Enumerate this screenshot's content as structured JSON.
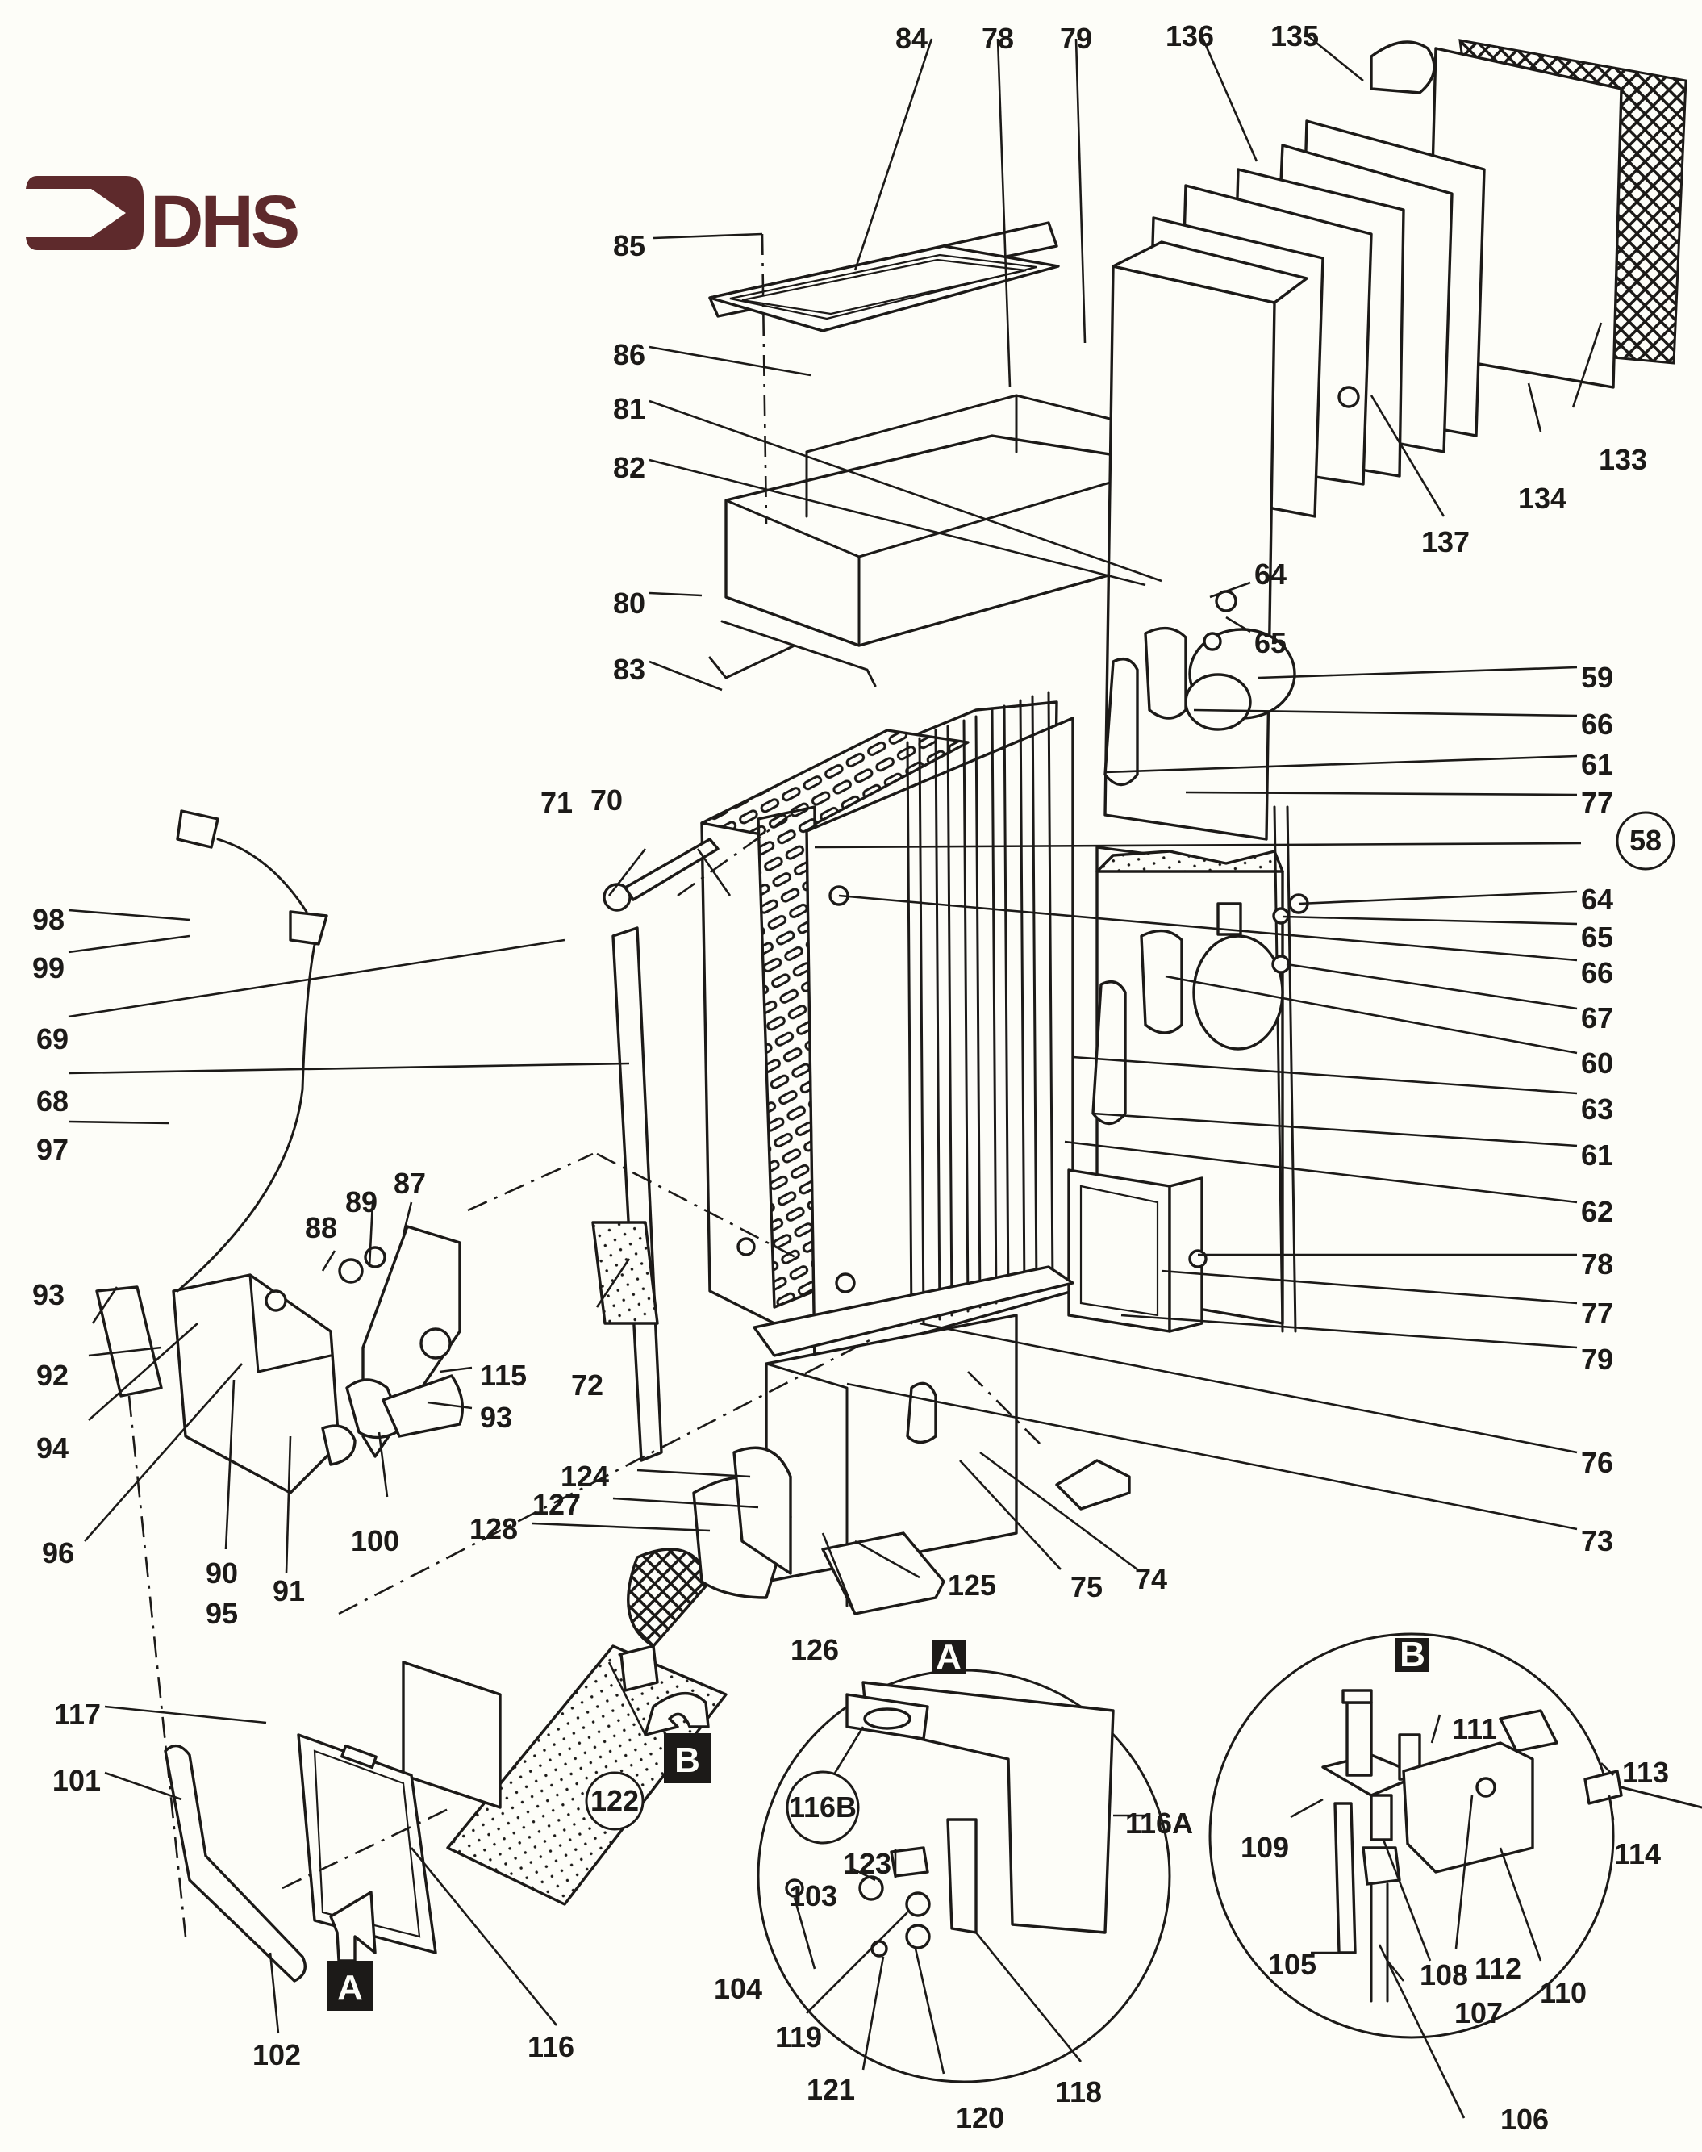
{
  "brand": {
    "logo_text": "DHS",
    "logo_color": "#5e2a2c",
    "logo_icon": "arrow-in-bracket-icon"
  },
  "diagram": {
    "title": "Exploded parts diagram",
    "ink_color": "#1c1a18",
    "paper_color": "#fdfdf8",
    "callouts": [
      {
        "id": "84",
        "text": "84"
      },
      {
        "id": "78a",
        "text": "78"
      },
      {
        "id": "79a",
        "text": "79"
      },
      {
        "id": "136",
        "text": "136"
      },
      {
        "id": "135",
        "text": "135"
      },
      {
        "id": "85",
        "text": "85"
      },
      {
        "id": "86",
        "text": "86"
      },
      {
        "id": "81",
        "text": "81"
      },
      {
        "id": "82",
        "text": "82"
      },
      {
        "id": "80",
        "text": "80"
      },
      {
        "id": "83",
        "text": "83"
      },
      {
        "id": "133",
        "text": "133"
      },
      {
        "id": "134",
        "text": "134"
      },
      {
        "id": "137",
        "text": "137"
      },
      {
        "id": "64a",
        "text": "64"
      },
      {
        "id": "65a",
        "text": "65"
      },
      {
        "id": "59",
        "text": "59"
      },
      {
        "id": "66a",
        "text": "66"
      },
      {
        "id": "61a",
        "text": "61"
      },
      {
        "id": "77a",
        "text": "77"
      },
      {
        "id": "58",
        "text": "58",
        "circled": true
      },
      {
        "id": "64b",
        "text": "64"
      },
      {
        "id": "65b",
        "text": "65"
      },
      {
        "id": "66b",
        "text": "66"
      },
      {
        "id": "67",
        "text": "67"
      },
      {
        "id": "60",
        "text": "60"
      },
      {
        "id": "63",
        "text": "63"
      },
      {
        "id": "61b",
        "text": "61"
      },
      {
        "id": "62",
        "text": "62"
      },
      {
        "id": "78b",
        "text": "78"
      },
      {
        "id": "77b",
        "text": "77"
      },
      {
        "id": "79b",
        "text": "79"
      },
      {
        "id": "76",
        "text": "76"
      },
      {
        "id": "73",
        "text": "73"
      },
      {
        "id": "71",
        "text": "71"
      },
      {
        "id": "70",
        "text": "70"
      },
      {
        "id": "98",
        "text": "98"
      },
      {
        "id": "99",
        "text": "99"
      },
      {
        "id": "69",
        "text": "69"
      },
      {
        "id": "68",
        "text": "68"
      },
      {
        "id": "97",
        "text": "97"
      },
      {
        "id": "87",
        "text": "87"
      },
      {
        "id": "89",
        "text": "89"
      },
      {
        "id": "88",
        "text": "88"
      },
      {
        "id": "93a",
        "text": "93"
      },
      {
        "id": "92",
        "text": "92"
      },
      {
        "id": "94",
        "text": "94"
      },
      {
        "id": "115",
        "text": "115"
      },
      {
        "id": "93b",
        "text": "93"
      },
      {
        "id": "72",
        "text": "72"
      },
      {
        "id": "96",
        "text": "96"
      },
      {
        "id": "100",
        "text": "100"
      },
      {
        "id": "91",
        "text": "91"
      },
      {
        "id": "90",
        "text": "90"
      },
      {
        "id": "95",
        "text": "95"
      },
      {
        "id": "124",
        "text": "124"
      },
      {
        "id": "127",
        "text": "127"
      },
      {
        "id": "128",
        "text": "128"
      },
      {
        "id": "125",
        "text": "125"
      },
      {
        "id": "75",
        "text": "75"
      },
      {
        "id": "74",
        "text": "74"
      },
      {
        "id": "126",
        "text": "126"
      },
      {
        "id": "117",
        "text": "117"
      },
      {
        "id": "101",
        "text": "101"
      },
      {
        "id": "122",
        "text": "122",
        "circled": true
      },
      {
        "id": "102",
        "text": "102"
      },
      {
        "id": "116",
        "text": "116"
      },
      {
        "id": "116B",
        "text": "116B",
        "circled": true
      },
      {
        "id": "116A",
        "text": "116A"
      },
      {
        "id": "123",
        "text": "123"
      },
      {
        "id": "103",
        "text": "103"
      },
      {
        "id": "104",
        "text": "104"
      },
      {
        "id": "119",
        "text": "119"
      },
      {
        "id": "121",
        "text": "121"
      },
      {
        "id": "120",
        "text": "120"
      },
      {
        "id": "118",
        "text": "118"
      },
      {
        "id": "111",
        "text": "111"
      },
      {
        "id": "113",
        "text": "113"
      },
      {
        "id": "109",
        "text": "109"
      },
      {
        "id": "114",
        "text": "114"
      },
      {
        "id": "105",
        "text": "105"
      },
      {
        "id": "108",
        "text": "108"
      },
      {
        "id": "112",
        "text": "112"
      },
      {
        "id": "110",
        "text": "110"
      },
      {
        "id": "107",
        "text": "107"
      },
      {
        "id": "106",
        "text": "106"
      }
    ],
    "detail_markers": [
      {
        "id": "A",
        "text": "A"
      },
      {
        "id": "B",
        "text": "B"
      }
    ],
    "detail_views": [
      {
        "id": "A",
        "text": "A"
      },
      {
        "id": "B",
        "text": "B"
      }
    ]
  }
}
